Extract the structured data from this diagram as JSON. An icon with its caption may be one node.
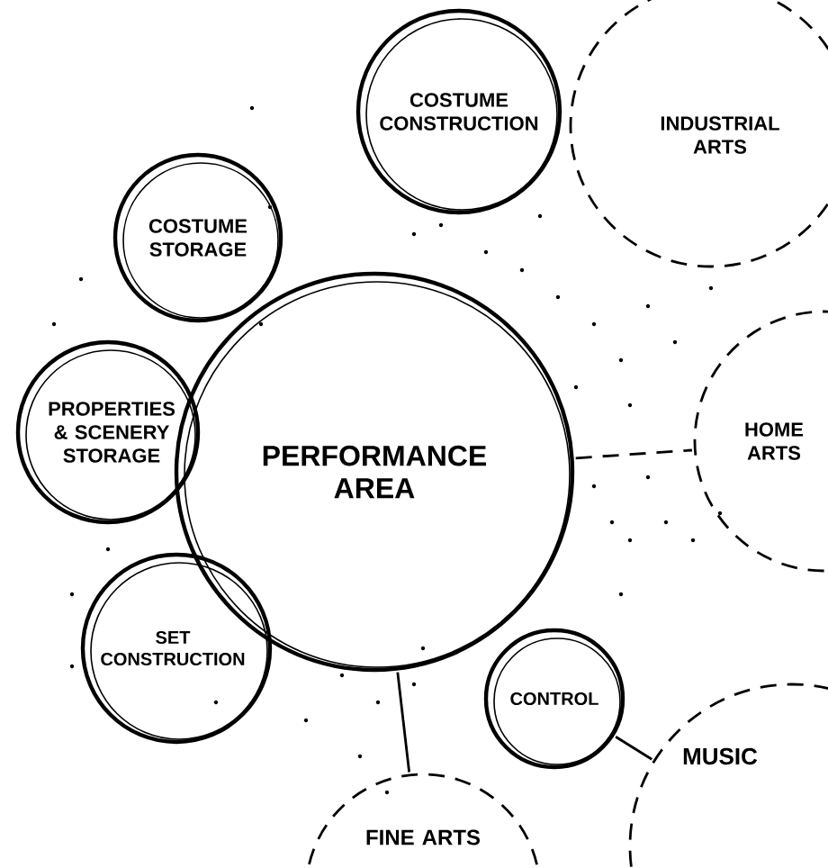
{
  "diagram": {
    "nodes": [
      {
        "text": [
          "COSTUME CONSTRUCTION"
        ]
      },
      {
        "text": [
          "COSTUME STORAGE"
        ]
      },
      {
        "text": [
          "PROPERTIES & SCENERY STORAGE"
        ]
      },
      {
        "text": [
          "PERFORMANCE AREA"
        ]
      },
      {
        "text": [
          "SET CONSTRUCTION"
        ]
      },
      {
        "text": [
          "CONTROL"
        ]
      },
      {
        "text": [
          "INDUSTRIAL ARTS"
        ]
      },
      {
        "text": [
          "HOME ARTS"
        ]
      },
      {
        "text": [
          "MUSIC"
        ]
      },
      {
        "text": [
          "FINE ARTS"
        ]
      }
    ],
    "edges": [
      {
        "from": 3,
        "to": 7,
        "arrow": "none",
        "style": "dashed"
      },
      {
        "from": 3,
        "to": 9,
        "arrow": "none"
      },
      {
        "from": 5,
        "to": 8,
        "arrow": "none"
      }
    ]
  }
}
